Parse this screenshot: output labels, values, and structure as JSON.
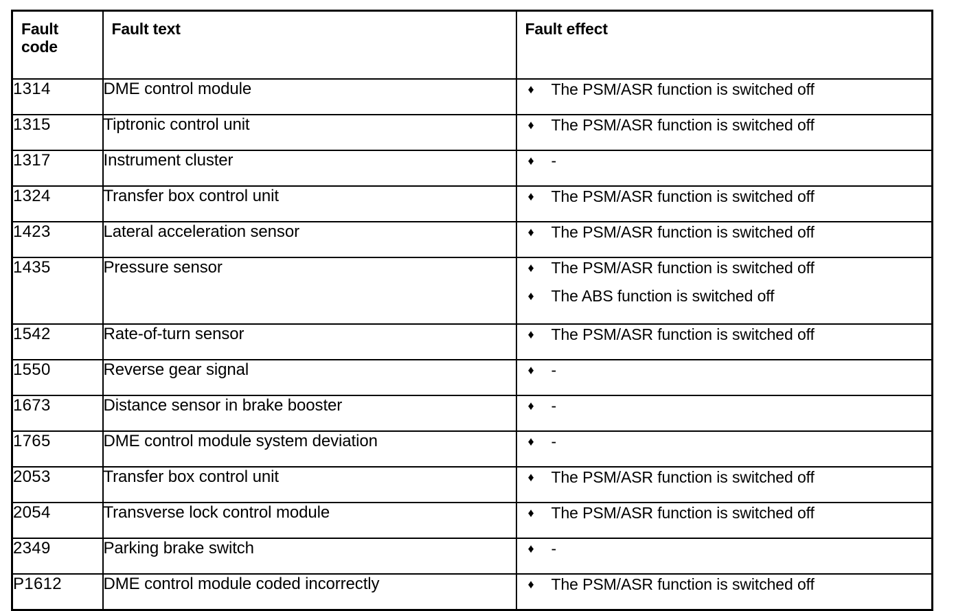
{
  "table": {
    "headers": {
      "code": "Fault\ncode",
      "text": "Fault text",
      "effect": "Fault effect"
    },
    "bullet_glyph": "♦",
    "bullet_icon_name": "diamond-bullet-icon",
    "dash": "-",
    "colors": {
      "border": "#000000",
      "background": "#ffffff",
      "text": "#000000"
    },
    "rows": [
      {
        "code": "1314",
        "text": "DME control module",
        "effects": [
          "The PSM/ASR function is switched off"
        ]
      },
      {
        "code": "1315",
        "text": "Tiptronic control unit",
        "effects": [
          "The PSM/ASR function is switched off"
        ]
      },
      {
        "code": "1317",
        "text": "Instrument cluster",
        "effects": [
          "-"
        ]
      },
      {
        "code": "1324",
        "text": "Transfer box control unit",
        "effects": [
          "The PSM/ASR function is switched off"
        ]
      },
      {
        "code": "1423",
        "text": "Lateral acceleration sensor",
        "effects": [
          "The PSM/ASR function is switched off"
        ]
      },
      {
        "code": "1435",
        "text": "Pressure sensor",
        "effects": [
          "The PSM/ASR function is switched off",
          "The ABS function is switched off"
        ]
      },
      {
        "code": "1542",
        "text": "Rate-of-turn sensor",
        "effects": [
          "The PSM/ASR function is switched off"
        ]
      },
      {
        "code": "1550",
        "text": "Reverse gear signal",
        "effects": [
          "-"
        ]
      },
      {
        "code": "1673",
        "text": "Distance sensor in brake booster",
        "effects": [
          "-"
        ]
      },
      {
        "code": "1765",
        "text": "DME control module system deviation",
        "effects": [
          "-"
        ]
      },
      {
        "code": "2053",
        "text": "Transfer box control unit",
        "effects": [
          "The PSM/ASR function is switched off"
        ]
      },
      {
        "code": "2054",
        "text": "Transverse lock control module",
        "effects": [
          "The PSM/ASR function is switched off"
        ]
      },
      {
        "code": "2349",
        "text": "Parking brake switch",
        "effects": [
          "-"
        ]
      },
      {
        "code": "P1612",
        "text": "DME control module coded incorrectly",
        "effects": [
          "The PSM/ASR function is switched off"
        ]
      }
    ]
  }
}
